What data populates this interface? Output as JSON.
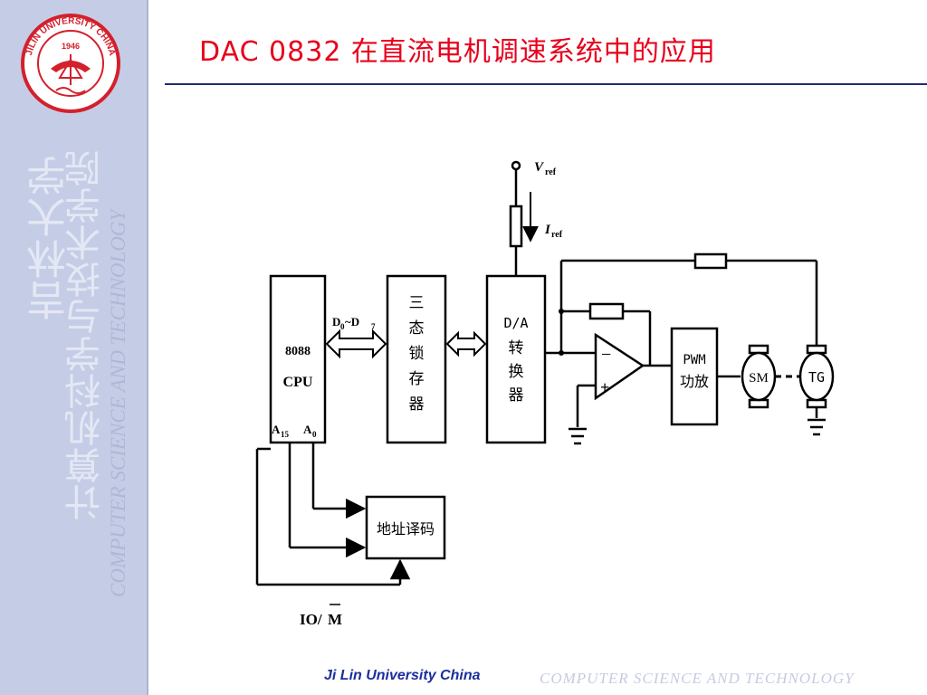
{
  "slide": {
    "title": "DAC 0832 在直流电机调速系统中的应用"
  },
  "sidebar": {
    "logo_text": "JILIN UNIVERSITY CHINA",
    "logo_year": "1946",
    "cn_school": "吉林大学",
    "cn_college": "计算机科学与技术学院",
    "en_college": "COMPUTER SCIENCE AND TECHNOLOGY"
  },
  "diagram": {
    "vref": "V",
    "vref_sub": "ref",
    "iref": "I",
    "iref_sub": "ref",
    "cpu_line1": "8088",
    "cpu_line2": "CPU",
    "a15": "A",
    "a15_sub": "15",
    "a0": "A",
    "a0_sub": "0",
    "bus_d0": "D",
    "bus_d0_sub": "0",
    "bus_tilde": "~D",
    "bus_d7_sub": "7",
    "latch_chars": [
      "三",
      "态",
      "锁",
      "存",
      "器"
    ],
    "dac_label": "D/A",
    "dac_chars": [
      "转",
      "换",
      "器"
    ],
    "opamp_minus": "−",
    "opamp_plus": "+",
    "pwm_line1": "PWM",
    "pwm_line2": "功放",
    "sm": "SM",
    "tg": "TG",
    "decoder": "地址译码",
    "iom_io": "IO/",
    "iom_m": "M"
  },
  "footer": {
    "left": "Ji Lin University China",
    "right": "COMPUTER   SCIENCE  AND  TECHNOLOGY"
  }
}
